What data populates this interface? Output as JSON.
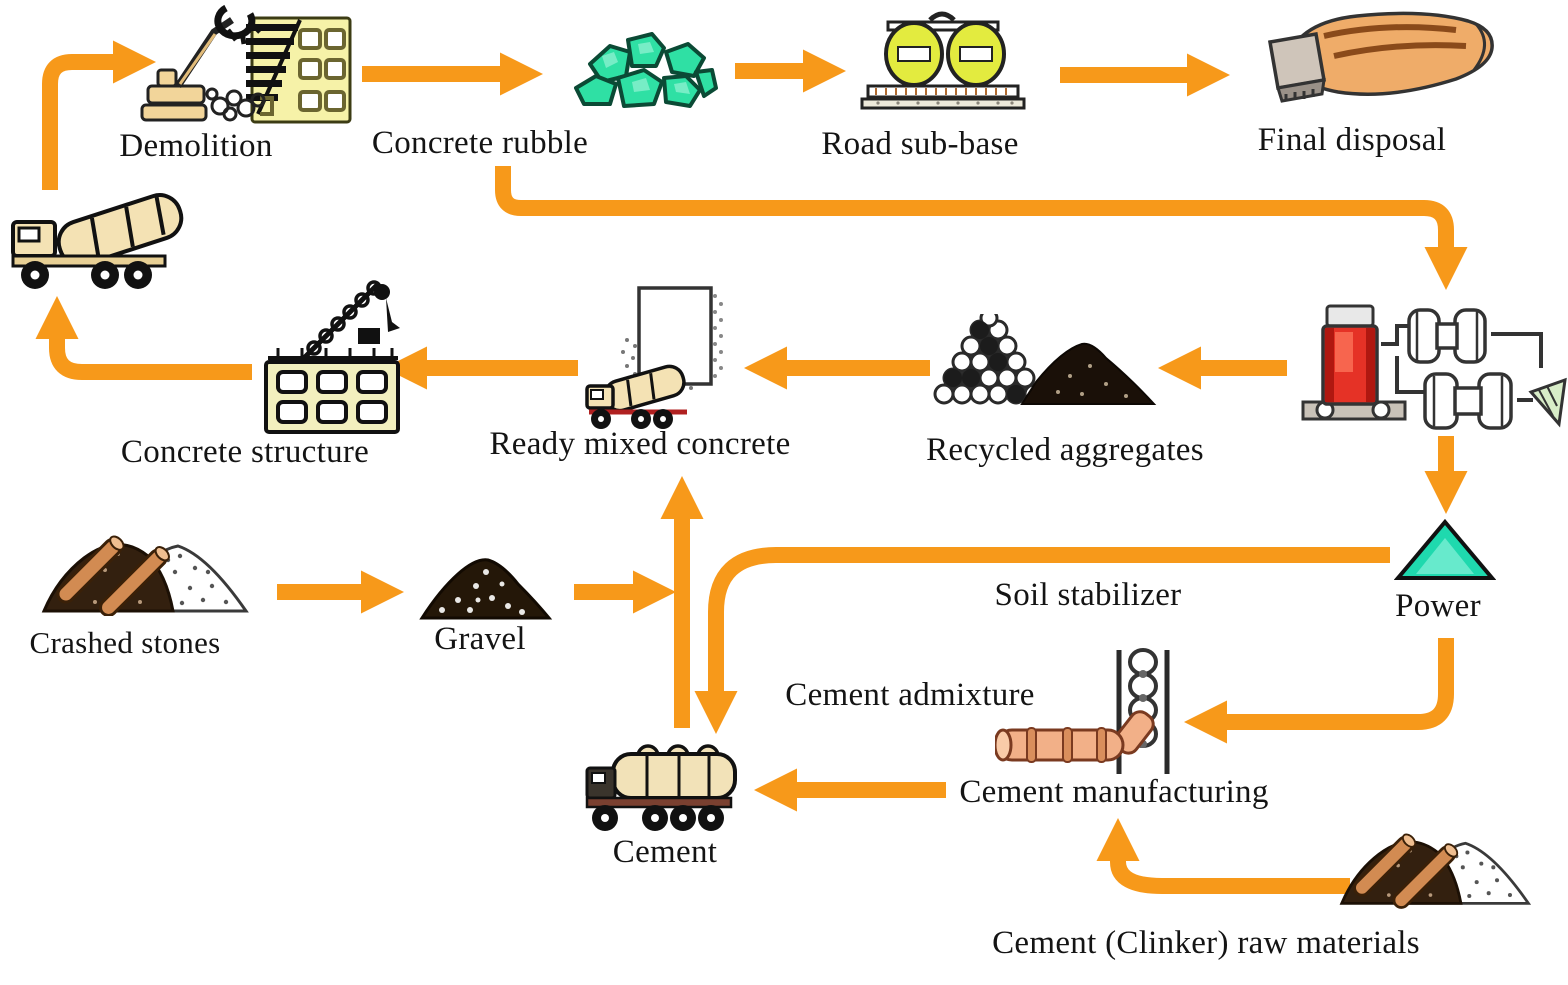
{
  "figure": {
    "type": "process-flow-diagram",
    "topic": "Concrete and demolition waste recycling flow",
    "arrow_color": "#F7991A",
    "background_color": "#FFFFFF",
    "rubble_color": "#2FE0A4",
    "power_triangle_color": "#1FD9AE"
  },
  "labels": {
    "demolition": "Demolition",
    "concrete_rubble": "Concrete rubble",
    "road_sub_base": "Road sub-base",
    "final_disposal": "Final disposal",
    "concrete_structure": "Concrete structure",
    "ready_mixed_concrete": "Ready mixed concrete",
    "recycled_aggregates": "Recycled aggregates",
    "power": "Power",
    "crashed_stones": "Crashed stones",
    "gravel": "Gravel",
    "soil_stabilizer": "Soil stabilizer",
    "cement_admixture": "Cement admixture",
    "cement": "Cement",
    "cement_manufacturing": "Cement manufacturing",
    "clinker_raw_materials": "Cement (Clinker) raw materials"
  },
  "nodes": [
    {
      "id": "demolition",
      "label": "Demolition",
      "icon": "excavator-and-building"
    },
    {
      "id": "concrete_rubble",
      "label": "Concrete rubble",
      "icon": "green-rubble-pile"
    },
    {
      "id": "road_sub_base",
      "label": "Road sub-base",
      "icon": "road-roller"
    },
    {
      "id": "final_disposal",
      "label": "Final disposal",
      "icon": "disposal-barge"
    },
    {
      "id": "mixer_truck",
      "label": null,
      "icon": "concrete-mixer-truck"
    },
    {
      "id": "concrete_structure",
      "label": "Concrete structure",
      "icon": "building-with-crane"
    },
    {
      "id": "ready_mixed_concrete",
      "label": "Ready mixed concrete",
      "icon": "batch-plant-and-mixer"
    },
    {
      "id": "recycled_aggregates",
      "label": "Recycled aggregates",
      "icon": "two-aggregate-piles"
    },
    {
      "id": "crushing_plant",
      "label": null,
      "icon": "crusher-machine"
    },
    {
      "id": "power",
      "label": "Power",
      "icon": "teal-triangle"
    },
    {
      "id": "crashed_stones",
      "label": "Crashed stones",
      "icon": "stone-pile-with-pipes"
    },
    {
      "id": "gravel",
      "label": "Gravel",
      "icon": "gravel-pile"
    },
    {
      "id": "cement",
      "label": "Cement",
      "icon": "cement-tank-truck"
    },
    {
      "id": "cement_manufacturing",
      "label": "Cement manufacturing",
      "icon": "kiln-tower-and-pipe"
    },
    {
      "id": "clinker_raw_materials",
      "label": "Cement (Clinker) raw materials",
      "icon": "stone-pile-with-pipes"
    }
  ],
  "edges": [
    {
      "from": "mixer_truck",
      "to": "demolition"
    },
    {
      "from": "demolition",
      "to": "concrete_rubble"
    },
    {
      "from": "concrete_rubble",
      "to": "road_sub_base"
    },
    {
      "from": "road_sub_base",
      "to": "final_disposal"
    },
    {
      "from": "concrete_rubble",
      "to": "crushing_plant"
    },
    {
      "from": "crushing_plant",
      "to": "recycled_aggregates"
    },
    {
      "from": "recycled_aggregates",
      "to": "ready_mixed_concrete"
    },
    {
      "from": "ready_mixed_concrete",
      "to": "concrete_structure"
    },
    {
      "from": "concrete_structure",
      "to": "mixer_truck"
    },
    {
      "from": "crushing_plant",
      "to": "power"
    },
    {
      "from": "power",
      "to": "cement",
      "via": "Soil stabilizer / Cement admixture"
    },
    {
      "from": "cement",
      "to": "ready_mixed_concrete"
    },
    {
      "from": "crashed_stones",
      "to": "gravel"
    },
    {
      "from": "gravel",
      "to": "ready_mixed_concrete"
    },
    {
      "from": "cement_manufacturing",
      "to": "cement"
    },
    {
      "from": "power",
      "to": "cement_manufacturing"
    },
    {
      "from": "clinker_raw_materials",
      "to": "cement_manufacturing"
    }
  ]
}
